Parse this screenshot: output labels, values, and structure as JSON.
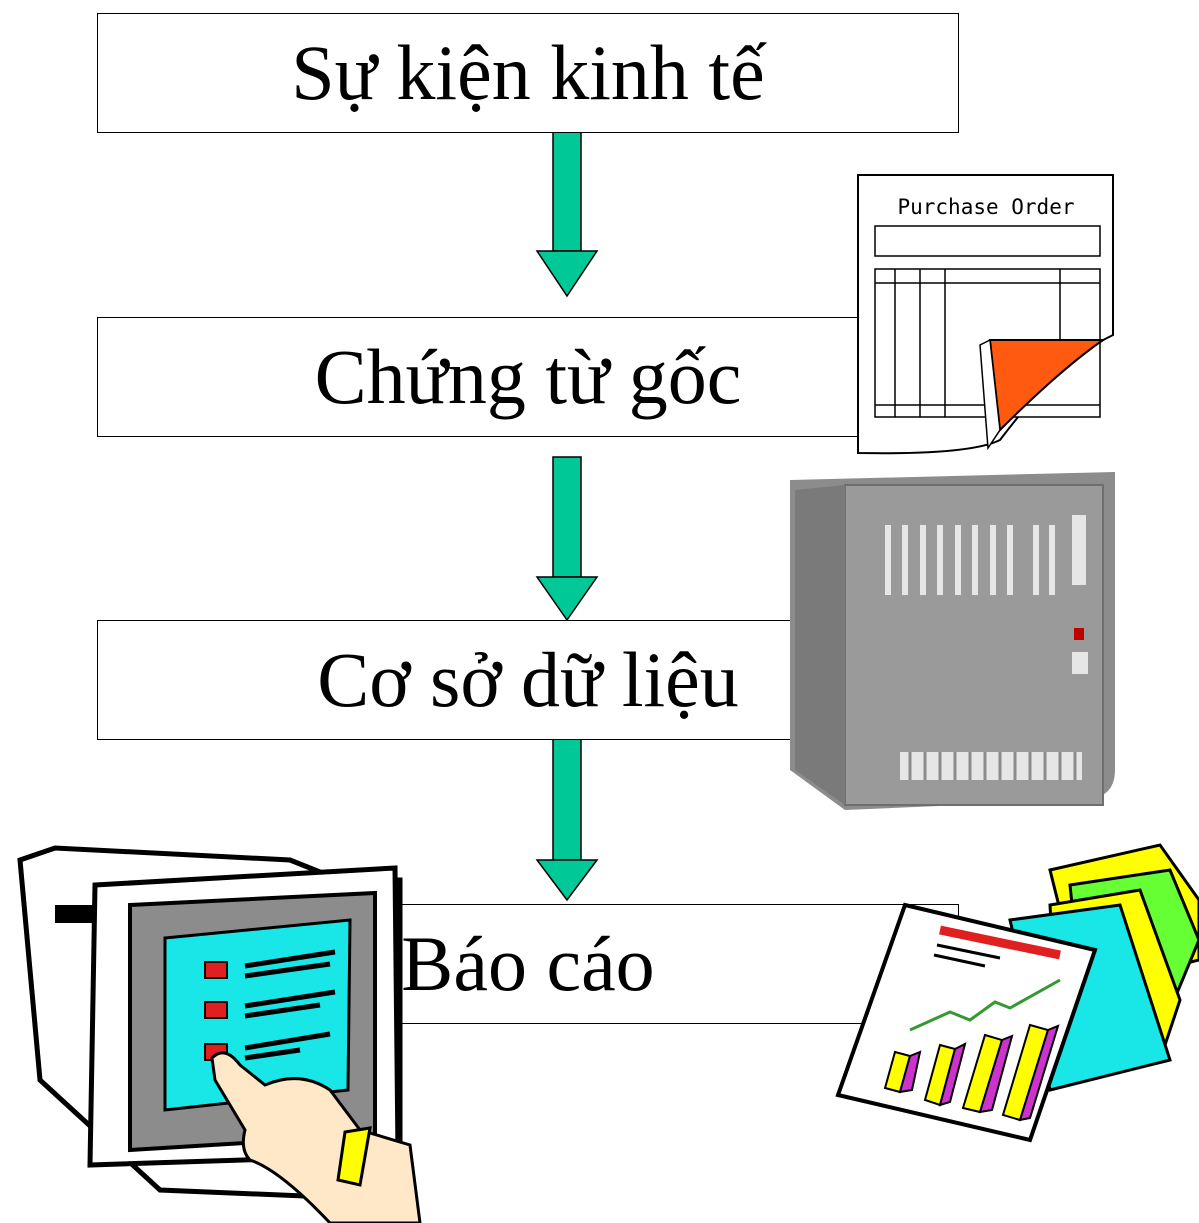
{
  "flow": {
    "steps": [
      {
        "label": "Sự kiện kinh tế"
      },
      {
        "label": "Chứng từ gốc"
      },
      {
        "label": "Cơ sở dữ liệu"
      },
      {
        "label": "Báo cáo"
      }
    ]
  },
  "document": {
    "title": "Purchase Order"
  },
  "colors": {
    "arrow_fill": "#00c896",
    "document_corner": "#ff5a10",
    "server_body": "#8c8c8c",
    "screen": "#19e6e6"
  },
  "icons": [
    "purchase-order-document-icon",
    "server-rack-icon",
    "computer-monitor-icon",
    "pointing-hand-icon",
    "reports-stack-icon"
  ]
}
